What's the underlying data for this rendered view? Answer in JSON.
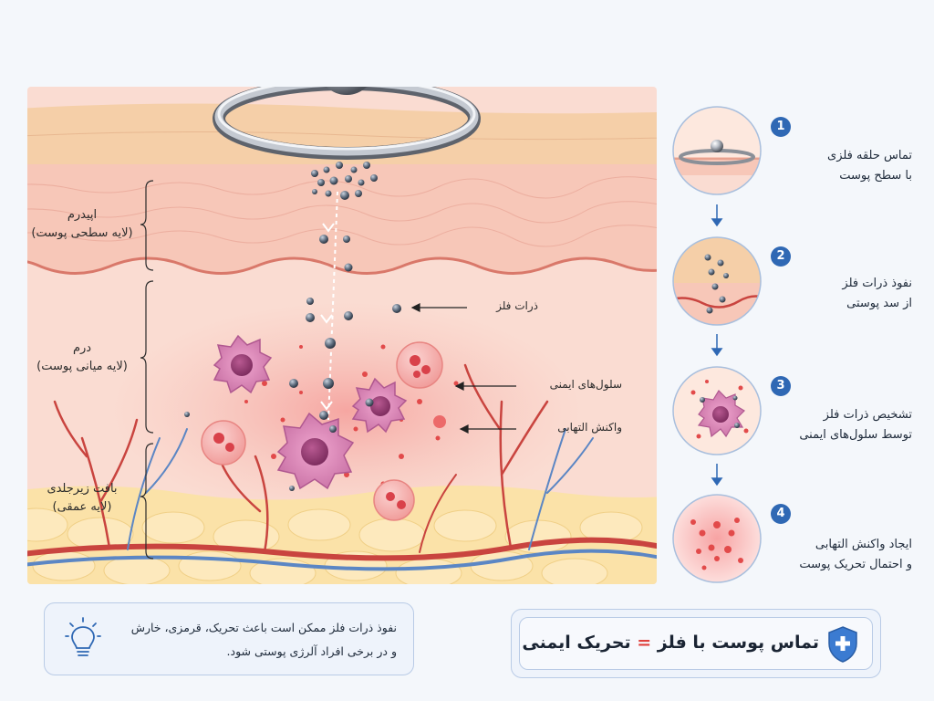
{
  "layers": {
    "epidermis_name": "اپیدرم",
    "epidermis_desc": "(لایه سطحی پوست)",
    "dermis_name": "درم",
    "dermis_desc": "(لایه میانی پوست)",
    "subcutis_name": "بافت زیرجلدی",
    "subcutis_desc": "(لایه عمقی)"
  },
  "callouts": {
    "metal_particles": "ذرات فلز",
    "immune_cells": "سلول‌های ایمنی",
    "inflammatory_response": "واکنش التهابی"
  },
  "steps": [
    {
      "number": "1",
      "line1": "تماس حلقه فلزی",
      "line2": "با سطح پوست"
    },
    {
      "number": "2",
      "line1": "نفوذ ذرات فلز",
      "line2": "از سد پوستی"
    },
    {
      "number": "3",
      "line1": "تشخیص ذرات فلز",
      "line2": "توسط سلول‌های ایمنی"
    },
    {
      "number": "4",
      "line1": "ایجاد واکنش التهابی",
      "line2": "و احتمال تحریک پوست"
    }
  ],
  "note": {
    "line1": "نفوذ ذرات فلز ممکن است باعث تحریک، قرمزی، خارش",
    "line2": "و در برخی افراد آلرژی پوستی شود.",
    "icon": "lightbulb-icon"
  },
  "summary": {
    "part1": "تماس پوست با فلز",
    "equals": "=",
    "part2": "تحریک ایمنی",
    "icon": "shield-plus-icon"
  },
  "colors": {
    "accent_blue": "#2f68b4",
    "equals_red": "#e0403c",
    "skin_surface": "#f5cfa8",
    "epidermis": "#f7c7b8",
    "dermis": "#fadcd2",
    "fat": "#fbe2a8",
    "immune_cell": "#d886b4",
    "inflammation": "#e24a4a",
    "metal": "#b8bcc4"
  }
}
